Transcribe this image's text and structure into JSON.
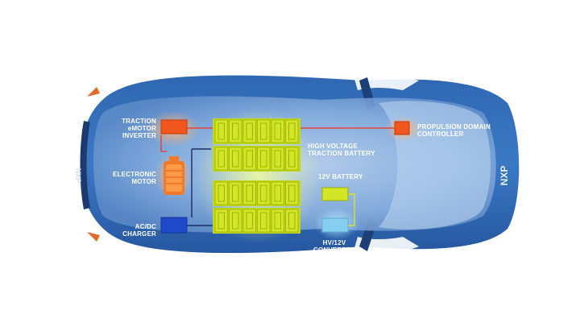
{
  "labels": {
    "traction_inverter": [
      "TRACTION",
      "eMOTOR",
      "INVERTER"
    ],
    "electronic_motor": [
      "ELECTRONIC",
      "MOTOR"
    ],
    "ac_dc_charger": [
      "AC/DC",
      "CHARGER"
    ],
    "hv_battery": [
      "HIGH VOLTAGE",
      "TRACTION BATTERY"
    ],
    "battery_12v": [
      "12V BATTERY"
    ],
    "hv_12v_converter": [
      "HV/12V",
      "CONVERTER"
    ],
    "propulsion_controller": [
      "PROPULSION DOMAIN",
      "CONTROLLER"
    ]
  },
  "brand": {
    "rear_logo": "NXP",
    "front_logo": "NXP"
  },
  "colors": {
    "body_blue": "#2c5fa6",
    "cabin_blue": "#8fb4e2",
    "battery_yellow": "#d3e626",
    "inverter_orange": "#f0561e",
    "link_red": "#e2463a",
    "charger_blue": "#1f49c9",
    "converter_blue": "#86cff0",
    "wire_dark": "#1b2d5e"
  },
  "battery": {
    "rows": 4,
    "cols": 6
  }
}
